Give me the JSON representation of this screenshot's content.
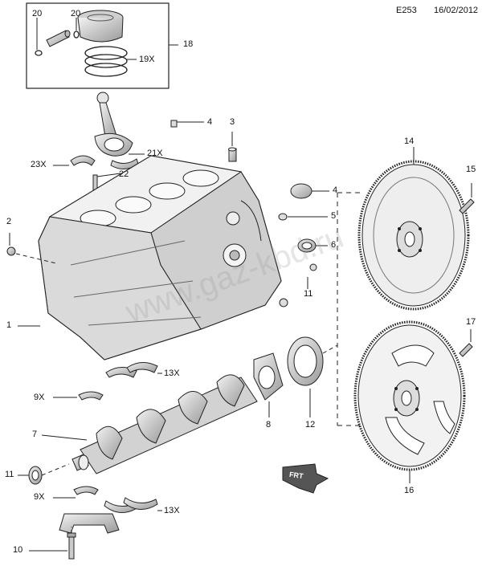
{
  "header": {
    "code": "E253",
    "date": "16/02/2012"
  },
  "watermark": "www.gaz-kbd.ru",
  "front_badge": "FRT",
  "callouts": {
    "c20a": "20",
    "c20b": "20",
    "c18": "18",
    "c19": "19X",
    "c4a": "4",
    "c3": "3",
    "c21": "21X",
    "c23": "23X",
    "c22": "22",
    "c4b": "4",
    "c5": "5",
    "c2": "2",
    "c6": "6",
    "c11a": "11",
    "c1": "1",
    "c13a": "13X",
    "c9a": "9X",
    "c7": "7",
    "c8": "8",
    "c12": "12",
    "c11b": "11",
    "c9b": "9X",
    "c13b": "13X",
    "c10": "10",
    "c14": "14",
    "c15": "15",
    "c17": "17",
    "c16": "16"
  },
  "colors": {
    "line": "#222222",
    "metal": "#dcdcdc",
    "shadow": "#a8a8a8"
  }
}
